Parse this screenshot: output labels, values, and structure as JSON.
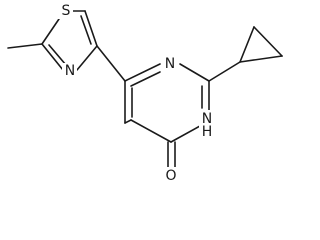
{
  "molecule": {
    "atoms": {
      "s1": "S",
      "n_thiazole": "N",
      "n3_pyrimidine": "N",
      "n1h_pyrimidine": "N",
      "h_on_n1": "H",
      "o_carbonyl": "O"
    }
  }
}
